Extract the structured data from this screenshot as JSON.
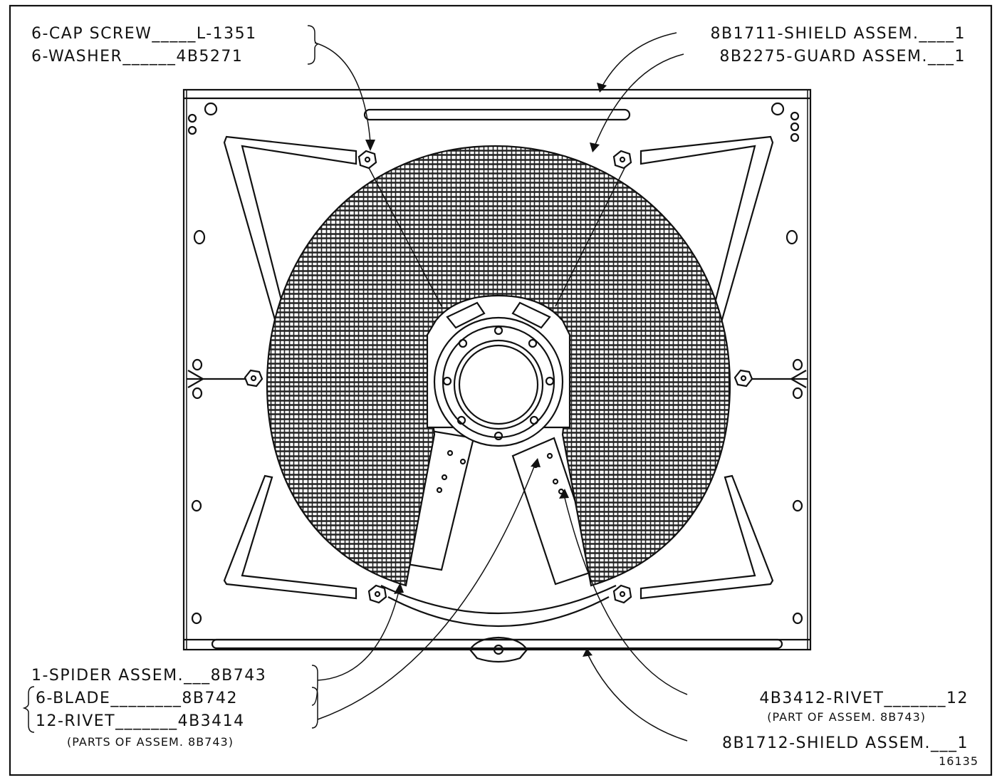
{
  "callouts": {
    "cap_screw": "6-CAP SCREW_____L-1351",
    "washer": "6-WASHER______4B5271",
    "shield_top": "8B1711-SHIELD ASSEM.____1",
    "guard": "8B2275-GUARD ASSEM.___1",
    "spider": "1-SPIDER ASSEM.___8B743",
    "blade": "6-BLADE________8B742",
    "rivet_12": "12-RIVET_______4B3414",
    "parts_of": "(PARTS OF ASSEM. 8B743)",
    "rivet_4b3412": "4B3412-RIVET_______12",
    "part_of": "(PART OF ASSEM. 8B743)",
    "shield_bottom": "8B1712-SHIELD ASSEM.___1"
  },
  "figure_number": "16135"
}
